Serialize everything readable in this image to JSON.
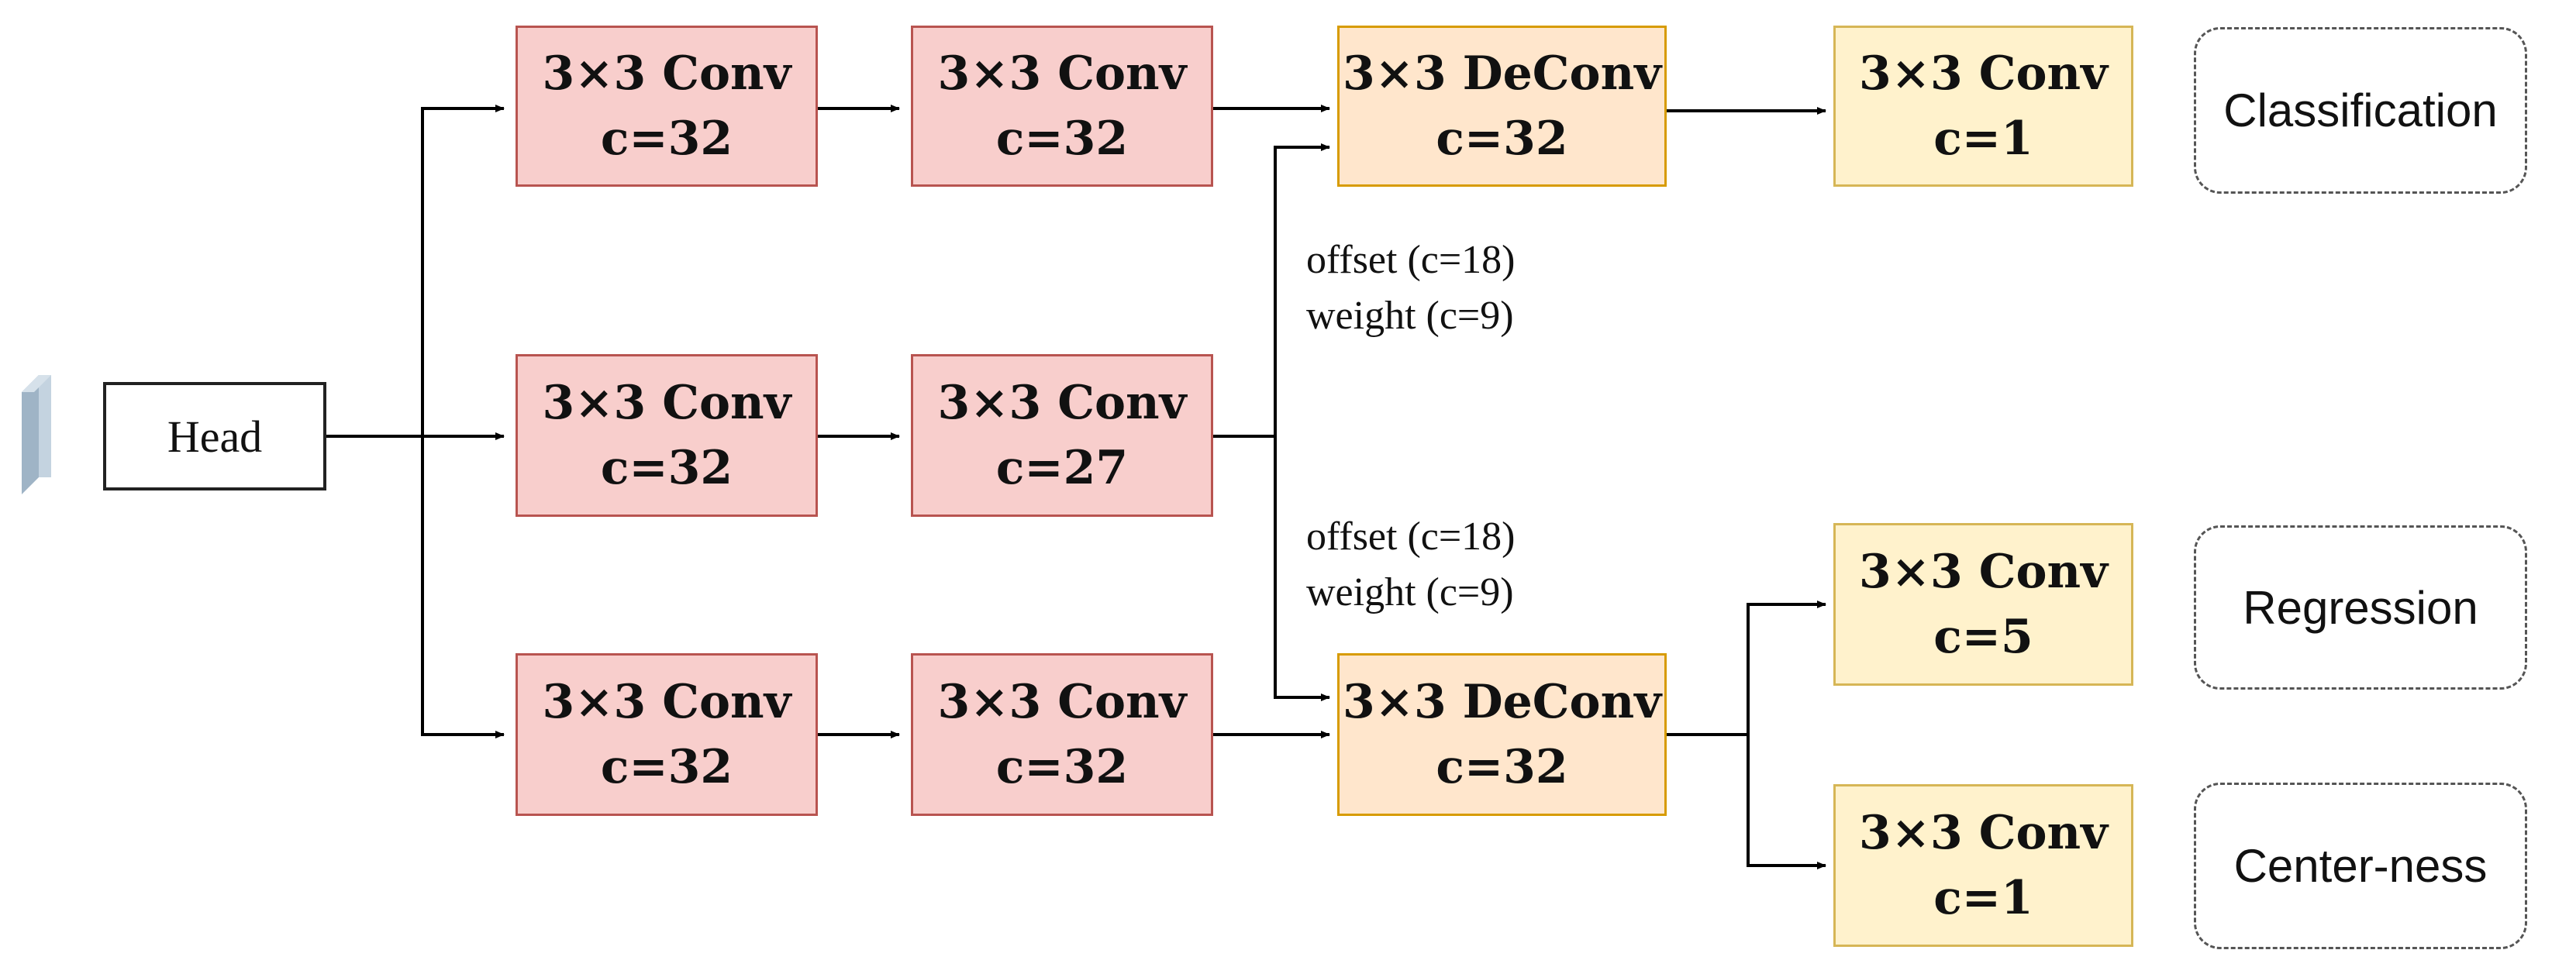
{
  "head": {
    "label": "Head"
  },
  "rows": {
    "classification": {
      "conv1": {
        "title": "3×3 Conv",
        "channels": "c=32"
      },
      "conv2": {
        "title": "3×3 Conv",
        "channels": "c=32"
      },
      "deconv": {
        "title": "3×3 DeConv",
        "channels": "c=32"
      },
      "output_conv": {
        "title": "3×3 Conv",
        "channels": "c=1"
      }
    },
    "offset": {
      "conv1": {
        "title": "3×3 Conv",
        "channels": "c=32"
      },
      "conv2": {
        "title": "3×3 Conv",
        "channels": "c=27"
      }
    },
    "regression": {
      "conv1": {
        "title": "3×3 Conv",
        "channels": "c=32"
      },
      "conv2": {
        "title": "3×3 Conv",
        "channels": "c=32"
      },
      "deconv": {
        "title": "3×3 DeConv",
        "channels": "c=32"
      },
      "regression_conv": {
        "title": "3×3 Conv",
        "channels": "c=5"
      },
      "centerness_conv": {
        "title": "3×3 Conv",
        "channels": "c=1"
      }
    }
  },
  "annotations": {
    "upper": {
      "offset": "offset (c=18)",
      "weight": "weight (c=9)"
    },
    "lower": {
      "offset": "offset (c=18)",
      "weight": "weight (c=9)"
    }
  },
  "outputs": {
    "classification": "Classification",
    "regression": "Regression",
    "centerness": "Center-ness"
  },
  "colors": {
    "conv_fill": "#f8cecc",
    "conv_stroke": "#b85450",
    "deconv_fill": "#ffe6cc",
    "deconv_stroke": "#d79b00",
    "out_conv_fill": "#fff2cc",
    "out_conv_stroke": "#d6b656",
    "feature_map": "#b7c8d6"
  }
}
